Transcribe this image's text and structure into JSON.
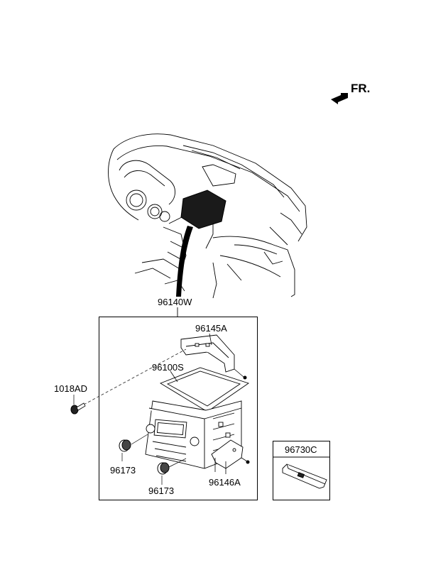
{
  "orientation": {
    "label": "FR.",
    "icon": "front-arrow-icon"
  },
  "parts": {
    "harness": "96140W",
    "bezel": "96145A",
    "audio_unit": "96100S",
    "bolt": "1018AD",
    "knob_left": "96173",
    "knob_right": "96173",
    "bracket": "96146A",
    "usb_jack": "96730C"
  },
  "colors": {
    "line": "#000000",
    "background": "#ffffff"
  }
}
